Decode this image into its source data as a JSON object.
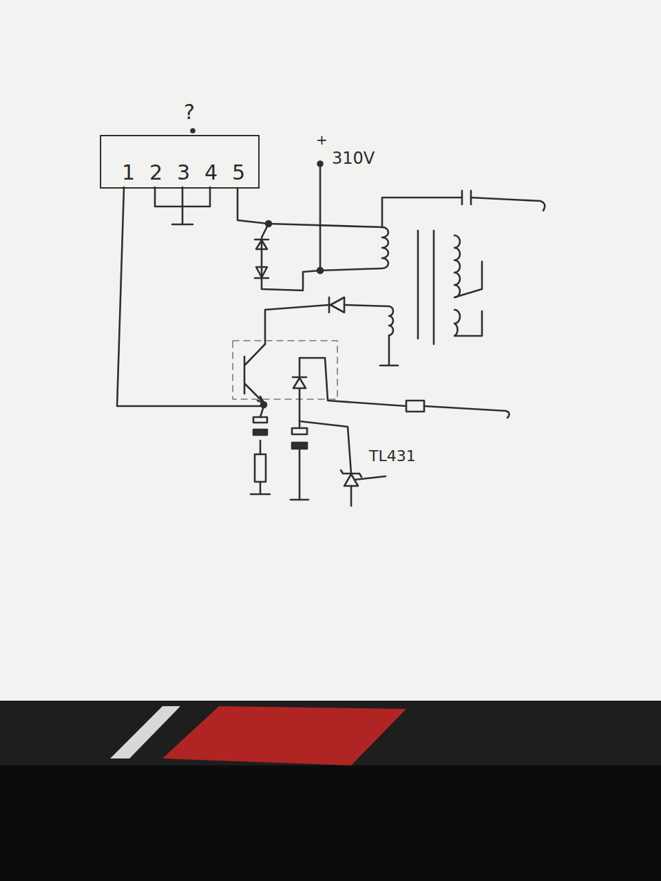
{
  "diagram": {
    "nodes": [
      {
        "text": [
          "?",
          "1",
          "2",
          "3",
          "4",
          "5"
        ]
      }
    ],
    "labels": [
      "+",
      "310V",
      "TL431"
    ]
  }
}
